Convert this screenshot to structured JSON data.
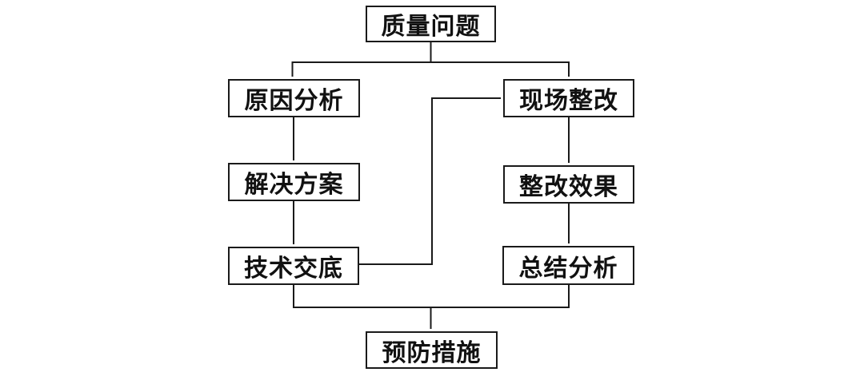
{
  "diagram": {
    "type": "flowchart",
    "nodes": [
      {
        "id": "quality-problem",
        "label": "质量问题"
      },
      {
        "id": "cause-analysis",
        "label": "原因分析"
      },
      {
        "id": "onsite-rectification",
        "label": "现场整改"
      },
      {
        "id": "solution-plan",
        "label": "解决方案"
      },
      {
        "id": "rectification-effect",
        "label": "整改效果"
      },
      {
        "id": "technical-disclosure",
        "label": "技术交底"
      },
      {
        "id": "summary-analysis",
        "label": "总结分析"
      },
      {
        "id": "preventive-measures",
        "label": "预防措施"
      }
    ],
    "edges": [
      {
        "from": "quality-problem",
        "to": "cause-analysis"
      },
      {
        "from": "quality-problem",
        "to": "onsite-rectification"
      },
      {
        "from": "cause-analysis",
        "to": "solution-plan"
      },
      {
        "from": "solution-plan",
        "to": "technical-disclosure"
      },
      {
        "from": "technical-disclosure",
        "to": "onsite-rectification"
      },
      {
        "from": "onsite-rectification",
        "to": "rectification-effect"
      },
      {
        "from": "rectification-effect",
        "to": "summary-analysis"
      },
      {
        "from": "technical-disclosure",
        "to": "preventive-measures"
      },
      {
        "from": "summary-analysis",
        "to": "preventive-measures"
      }
    ],
    "colors": {
      "background": "#ffffff",
      "line": "#1a1a1a",
      "box_border": "#1a1a1a",
      "text": "#111111"
    }
  }
}
